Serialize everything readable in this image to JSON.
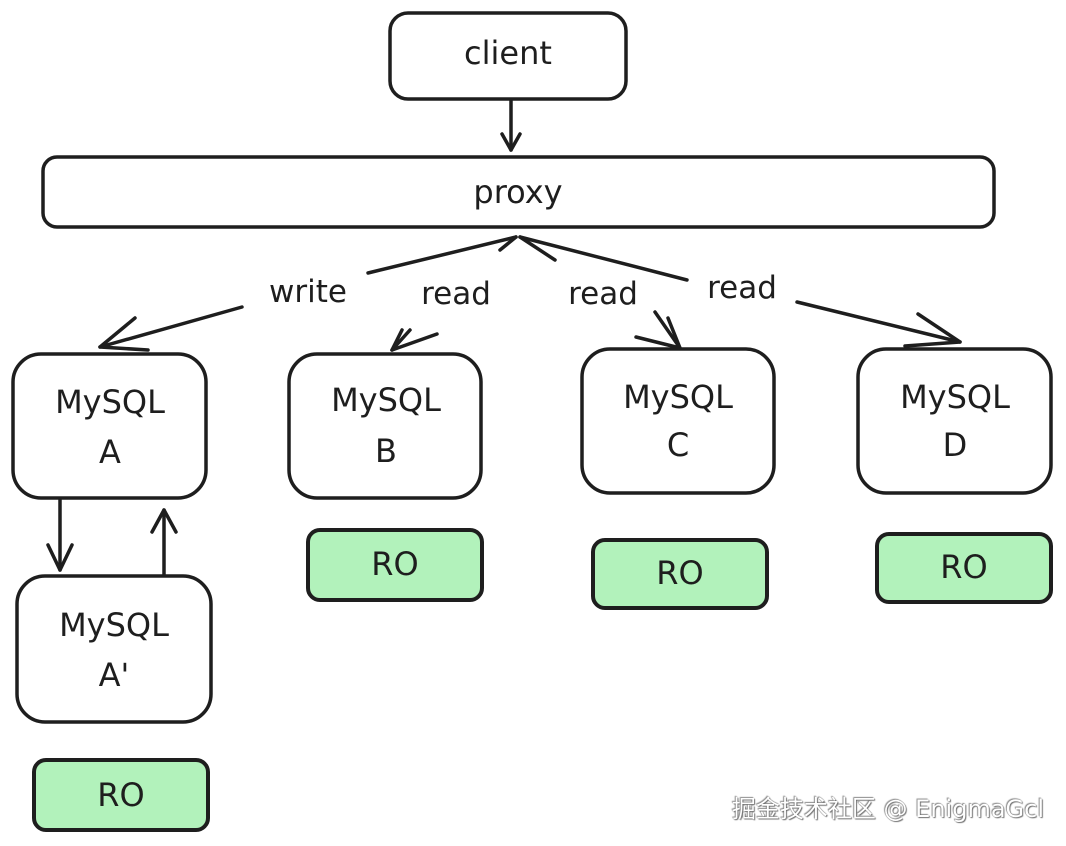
{
  "nodes": {
    "client": "client",
    "proxy": "proxy",
    "mysql_a": [
      "MySQL",
      "A"
    ],
    "mysql_b": [
      "MySQL",
      "B"
    ],
    "mysql_c": [
      "MySQL",
      "C"
    ],
    "mysql_d": [
      "MySQL",
      "D"
    ],
    "mysql_a_prime": [
      "MySQL",
      "A'"
    ]
  },
  "badges": {
    "ro_label": "RO",
    "ro_color": "#b2f2bb"
  },
  "edges": {
    "to_a": "write",
    "to_b": "read",
    "to_c": "read",
    "to_d": "read"
  },
  "watermark": "掘金技术社区 @ EnigmaGcl"
}
